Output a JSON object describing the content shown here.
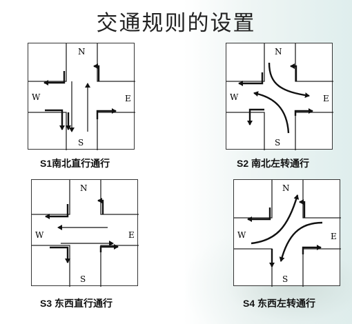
{
  "page": {
    "title": "交通规则的设置"
  },
  "directions": {
    "north": "N",
    "south": "S",
    "east": "E",
    "west": "W"
  },
  "panels": [
    {
      "caption": "S1南北直行通行"
    },
    {
      "caption": "S2 南北左转通行"
    },
    {
      "caption": "S3 东西直行通行"
    },
    {
      "caption": "S4 东西左转通行"
    }
  ]
}
